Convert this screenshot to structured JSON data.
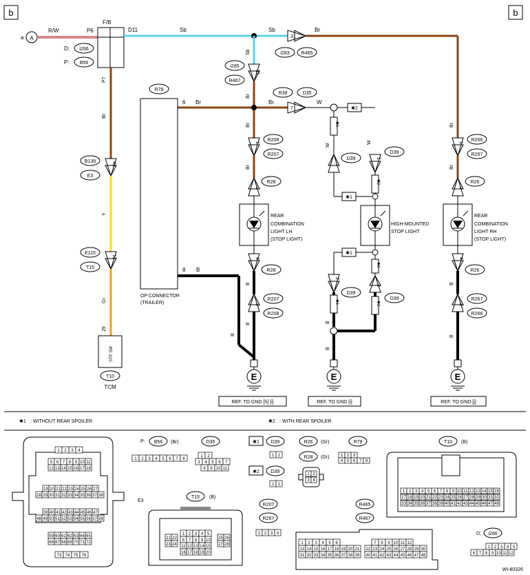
{
  "corner_label_left": "b",
  "corner_label_right": "b",
  "source_a": {
    "letter": "A",
    "prefix": "a"
  },
  "fb": {
    "label": "F/B",
    "p6": "P6",
    "p7": "P7",
    "d11": "D11",
    "d_conn": "D:",
    "d_conn_id": "i266",
    "p_conn": "P:",
    "p_conn_id": "B56"
  },
  "wires": {
    "rw": "R/W",
    "sb1": "Sb",
    "sb2": "Sb",
    "sb3": "Sb",
    "br_top": "Br",
    "br_p7": "Br",
    "y": "Y",
    "gr": "Gr",
    "br_6": "Br",
    "br_7": "Br",
    "w_7": "W",
    "br_lh1": "Br",
    "br_lh2": "Br",
    "w_a": "W",
    "w_b": "W",
    "br_rh1": "Br",
    "br_rh2": "Br",
    "b_8": "B",
    "b_lh": "B",
    "b_lh2": "B",
    "b_lh3": "B",
    "b_mid1": "B",
    "b_mid2": "B",
    "b_rh1": "B",
    "b_rh2": "B",
    "b_mid3": "B"
  },
  "connectors": {
    "c31_top": "31",
    "i283": "i283",
    "r465": "R465",
    "i285": "i285",
    "r467": "R467",
    "c31_mid": "31",
    "r39": "R39",
    "d35": "D35",
    "c7": "7",
    "r79": "R79",
    "pin6": "6",
    "pin8": "8",
    "b139": "B139",
    "e3": "E3",
    "c42": "42",
    "e115": "E115",
    "t15": "T15",
    "c11": "11",
    "pin29": "29",
    "t10": "T10",
    "tcm": "TCM",
    "stp_sw": "STP SW",
    "r208_a": "R208",
    "r207_a": "R207",
    "c1_a": "1",
    "c2_a": "2",
    "r28_a": "R28",
    "c4_a": "4",
    "r28_b": "R28",
    "c2_b": "2",
    "r207_b": "R207",
    "r208_b": "R208",
    "r266_a": "R266",
    "r267_a": "R267",
    "c1_c": "1",
    "c2_c": "2",
    "r26_a": "R26",
    "c4_c": "4",
    "r26_b": "R26",
    "c2_d": "2",
    "r267_b": "R267",
    "r266_b": "R266",
    "d39_a": "D39",
    "d39_b": "D39",
    "d39_c": "D39",
    "d39_d": "D39",
    "c1_m1": "1",
    "c1_m2": "1",
    "c2_m1": "2",
    "c1_m3": "1",
    "c2_m2": "2",
    "c2_m3": "2",
    "star2": "✱2",
    "star1a": "✱1",
    "star1b": "✱1",
    "star1c": "✱1",
    "star1d": "✱1",
    "star2b": "✱2",
    "star2c": "✱2",
    "star2d": "✱2",
    "star2e": "✱2"
  },
  "components": {
    "op_connector": "OP CONNECTOR",
    "op_connector2": "(TRAILER)",
    "lh_l1": "REAR",
    "lh_l2": "COMBINATION",
    "lh_l3": "LIGHT LH",
    "lh_l4": "(STOP LIGHT)",
    "hm_l1": "HIGH-MOUNTED",
    "hm_l2": "STOP LIGHT",
    "rh_l1": "REAR",
    "rh_l2": "COMBINATION",
    "rh_l3": "LIGHT RH",
    "rh_l4": "(STOP LIGHT)"
  },
  "grounds": {
    "e": "E",
    "ref1": "REF. TO GND [h] [i]",
    "ref2": "REF. TO GND [i]",
    "ref3": "REF. TO GND [j]"
  },
  "notes": {
    "n1_mark": "✱1",
    "n1": ": WITHOUT REAR SPOILER",
    "n2_mark": "✱2",
    "n2": ": WITH REAR SPOILER"
  },
  "views": {
    "e3": "E3",
    "e3_rows": [
      [
        "1",
        "2",
        "3",
        "4"
      ],
      [
        "5",
        "6",
        "7",
        "8",
        "9",
        "10",
        "11"
      ],
      [
        "12",
        "13",
        "14",
        "15",
        "16",
        "17",
        "18"
      ],
      [
        "19",
        "20",
        "21",
        "22",
        "23",
        "24",
        "25",
        "26",
        "27"
      ],
      [
        "28",
        "29",
        "30",
        "31",
        "32",
        "33",
        "34",
        "35",
        "36",
        "37",
        "38"
      ],
      [
        "39",
        "40",
        "41",
        "42",
        "43",
        "44",
        "45",
        "46",
        "47"
      ],
      [
        "48",
        "49",
        "50",
        "51",
        "52",
        "53",
        "54",
        "55",
        "56",
        "57",
        "58"
      ],
      [
        "59",
        "60",
        "61",
        "62",
        "63",
        "64",
        "65"
      ],
      [
        "66",
        "67",
        "68",
        "69",
        "70",
        "71",
        "72"
      ],
      [
        "73",
        "74",
        "75",
        "76"
      ]
    ],
    "p_label": "P:",
    "b56": "B56",
    "b56_color": "(Br)",
    "b56_pins": [
      "1",
      "2",
      "3",
      "4",
      "5",
      "6",
      "7",
      "8"
    ],
    "d35": "D35",
    "d35_r1": [
      "1",
      "2"
    ],
    "d35_r2": [
      "3",
      "4",
      "5",
      "6",
      "7"
    ],
    "d35_r3": [
      "8",
      "9",
      "10",
      "11"
    ],
    "s1": "✱1",
    "d39a": "D39",
    "d39a_pins": [
      "1",
      "2"
    ],
    "s2": "✱2",
    "d39b": "D39",
    "d39b_pins": [
      "2",
      "1"
    ],
    "r26": "R26",
    "r26c": "(Gr)",
    "r28": "R28",
    "r28c": "(Gr)",
    "r2x_pins": [
      "1",
      "2",
      "3",
      "4"
    ],
    "r79": "R79",
    "r79_r1": [
      "1",
      "2",
      "3"
    ],
    "r79_r2": [
      "4",
      "5",
      "6",
      "7",
      "8"
    ],
    "t15": "T15",
    "t15c": "(B)",
    "t15_pins": [
      [
        "1",
        "2",
        "3",
        "4",
        "5"
      ],
      [
        "6",
        "7",
        "8",
        "9",
        "10"
      ],
      [
        "11",
        "12",
        "13",
        "14",
        "15"
      ],
      [
        "16",
        "17",
        "18",
        "19",
        "20"
      ]
    ],
    "t15_side": [
      "21",
      "22",
      "23",
      "24",
      "25",
      "26",
      "27",
      "28"
    ],
    "r207": "R207",
    "r267": "R267",
    "r207_pins": [
      "1",
      "2",
      "3",
      "4"
    ],
    "r465": "R465",
    "r467": "R467",
    "r465_r1": [
      "1",
      "2",
      "3",
      "4",
      "5",
      "6",
      "7",
      "8",
      "9",
      "10",
      "11",
      "12"
    ],
    "r465_r2": [
      "13",
      "14",
      "15",
      "16",
      "17",
      "18",
      "19",
      "20",
      "21",
      "22",
      "23",
      "24",
      "25",
      "26",
      "27",
      "28",
      "29",
      "30"
    ],
    "r465_r3": [
      "31",
      "32",
      "33",
      "34",
      "35",
      "36",
      "37",
      "38",
      "39",
      "40",
      "41",
      "42",
      "43",
      "44",
      "45",
      "46",
      "47",
      "48"
    ],
    "t10": "T10",
    "t10c": "(B)",
    "t10_r1": [
      "1",
      "2",
      "3",
      "4",
      "5",
      "6",
      "7",
      "8",
      "9",
      "10",
      "11",
      "12",
      "13",
      "14",
      "15",
      "16"
    ],
    "t10_r2": [
      "17",
      "18",
      "19",
      "20",
      "21",
      "22",
      "23",
      "24",
      "25",
      "26",
      "27",
      "28",
      "29",
      "30",
      "31",
      "32"
    ],
    "t10_r3": [
      "33",
      "34",
      "35",
      "36",
      "37",
      "38",
      "39",
      "40",
      "41",
      "42",
      "43",
      "44",
      "45",
      "46",
      "47",
      "48"
    ],
    "d_label": "D:",
    "i266": "i266",
    "i266_r1": [
      "1",
      "2",
      "3",
      "4",
      "5"
    ],
    "i266_r2": [
      "6",
      "7",
      "8",
      "9",
      "10",
      "11",
      "12"
    ],
    "code": "WI-80326"
  }
}
